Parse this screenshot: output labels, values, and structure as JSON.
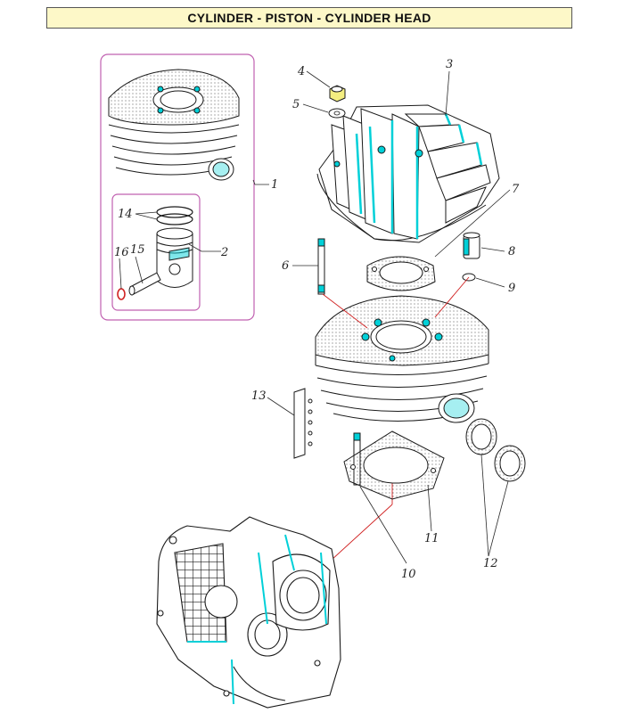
{
  "title": "CYLINDER - PISTON - CYLINDER HEAD",
  "callouts": [
    "1",
    "2",
    "3",
    "4",
    "5",
    "6",
    "7",
    "8",
    "9",
    "10",
    "11",
    "12",
    "13",
    "14",
    "15",
    "16"
  ],
  "colors": {
    "linework": "#1a1a1a",
    "highlight": "#00d0d8",
    "leader": "#2a2a2a",
    "red_leader": "#d02020",
    "inset_frame": "#c060b0",
    "title_bg": "#fdf8c8"
  }
}
